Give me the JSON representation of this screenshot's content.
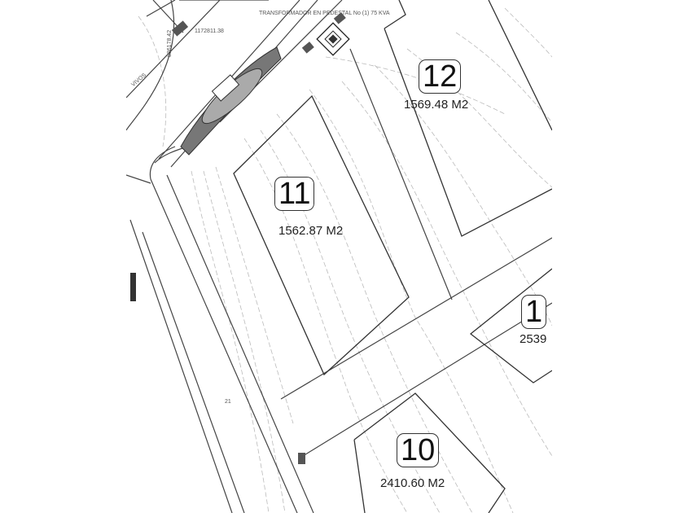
{
  "annotations": {
    "transformer": "TRANSFORMADOR EN PEDESTAL No (1) 75 KVA",
    "coord_north": "1172811.38",
    "coord_east": "836178.42",
    "street_fragment": "VIVOS",
    "point_label": "21"
  },
  "lots": [
    {
      "number": "12",
      "area": "1569.48 M2"
    },
    {
      "number": "11",
      "area": "1562.87 M2"
    },
    {
      "number": "1",
      "area": "2539"
    },
    {
      "number": "10",
      "area": "2410.60 M2"
    }
  ],
  "colors": {
    "line": "#333333",
    "contour": "#b5b5b5",
    "fill": "#555555"
  }
}
